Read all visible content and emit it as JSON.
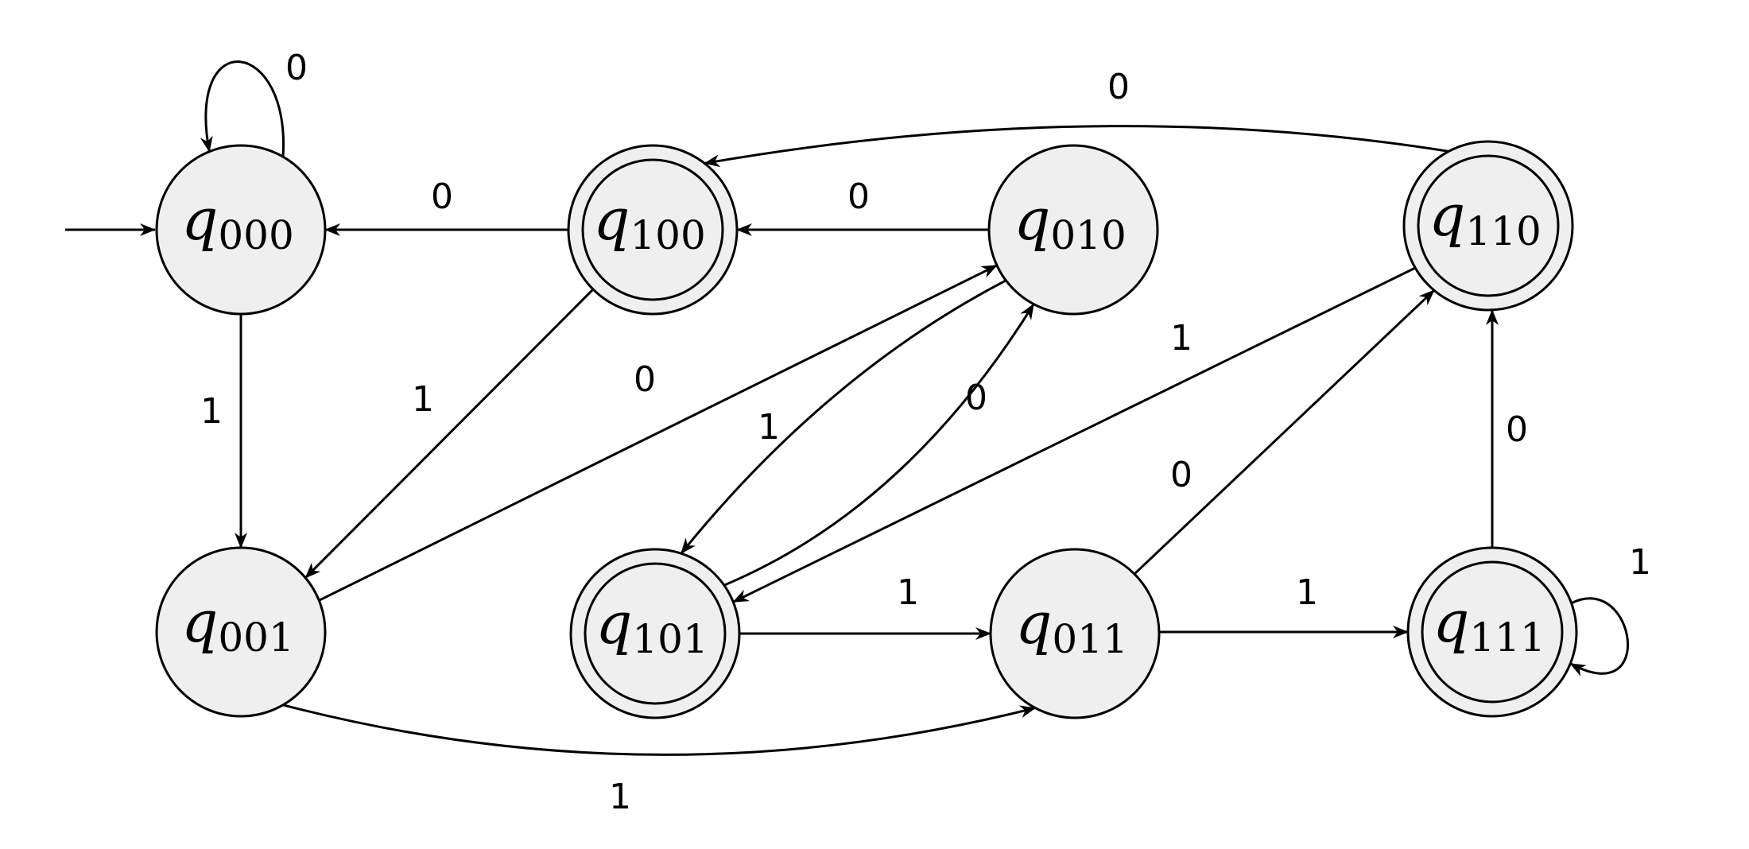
{
  "diagram": {
    "type": "finite-automaton",
    "colors": {
      "state_fill": "#efefef",
      "stroke": "#000000",
      "background": "#ffffff"
    },
    "start_state": "q000",
    "states": [
      {
        "id": "q000",
        "symbol": "q",
        "subscript": "000",
        "accepting": false
      },
      {
        "id": "q100",
        "symbol": "q",
        "subscript": "100",
        "accepting": true
      },
      {
        "id": "q010",
        "symbol": "q",
        "subscript": "010",
        "accepting": false
      },
      {
        "id": "q110",
        "symbol": "q",
        "subscript": "110",
        "accepting": true
      },
      {
        "id": "q001",
        "symbol": "q",
        "subscript": "001",
        "accepting": false
      },
      {
        "id": "q101",
        "symbol": "q",
        "subscript": "101",
        "accepting": true
      },
      {
        "id": "q011",
        "symbol": "q",
        "subscript": "011",
        "accepting": false
      },
      {
        "id": "q111",
        "symbol": "q",
        "subscript": "111",
        "accepting": true
      }
    ],
    "transitions": [
      {
        "from": "q000",
        "to": "q000",
        "label": "0"
      },
      {
        "from": "q000",
        "to": "q001",
        "label": "1"
      },
      {
        "from": "q100",
        "to": "q000",
        "label": "0"
      },
      {
        "from": "q100",
        "to": "q001",
        "label": "1"
      },
      {
        "from": "q010",
        "to": "q100",
        "label": "0"
      },
      {
        "from": "q010",
        "to": "q101",
        "label": "1"
      },
      {
        "from": "q110",
        "to": "q100",
        "label": "0"
      },
      {
        "from": "q110",
        "to": "q101",
        "label": "1"
      },
      {
        "from": "q001",
        "to": "q010",
        "label": "0"
      },
      {
        "from": "q001",
        "to": "q011",
        "label": "1"
      },
      {
        "from": "q101",
        "to": "q010",
        "label": "0"
      },
      {
        "from": "q101",
        "to": "q011",
        "label": "1"
      },
      {
        "from": "q011",
        "to": "q110",
        "label": "0"
      },
      {
        "from": "q011",
        "to": "q111",
        "label": "1"
      },
      {
        "from": "q111",
        "to": "q110",
        "label": "0"
      },
      {
        "from": "q111",
        "to": "q111",
        "label": "1"
      }
    ]
  }
}
